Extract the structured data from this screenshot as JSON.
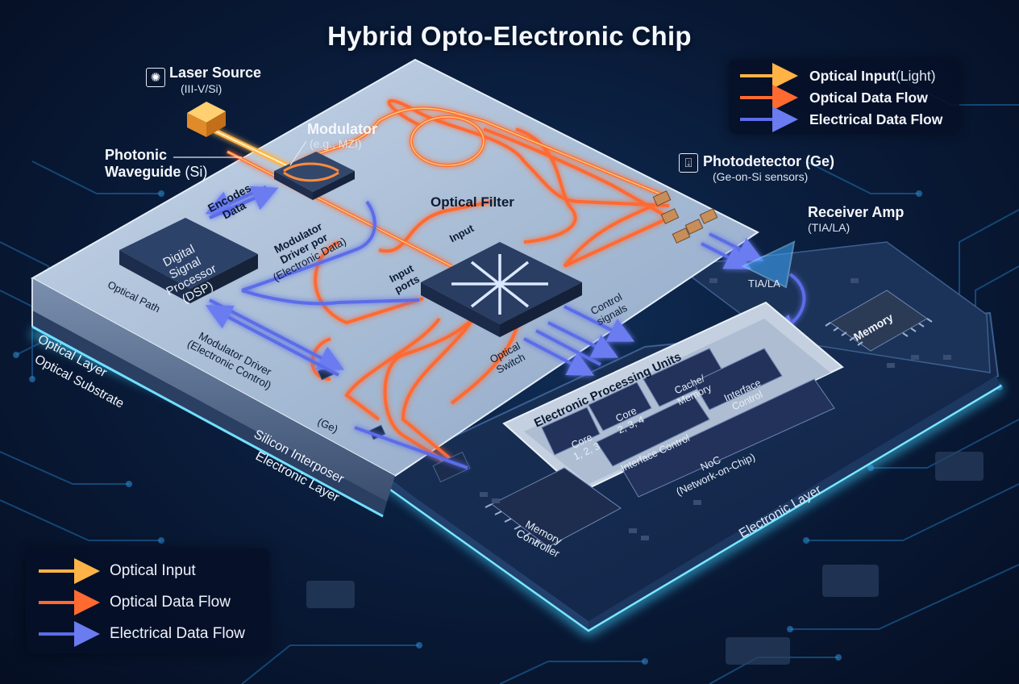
{
  "title": "Hybrid Opto-Electronic Chip",
  "legend_top": {
    "items": [
      {
        "label": "Optical Input",
        "sub": " (Light)",
        "color": "#ffb347"
      },
      {
        "label": "Optical Data Flow",
        "sub": "",
        "color": "#ff6a30"
      },
      {
        "label": "Electrical Data Flow",
        "sub": "",
        "color": "#5b6de8"
      }
    ]
  },
  "legend_bottom": {
    "items": [
      {
        "label": "Optical Input",
        "color": "#ffb347"
      },
      {
        "label": "Optical Data Flow",
        "color": "#ff6a30"
      },
      {
        "label": "Electrical Data Flow",
        "color": "#5b6de8"
      }
    ]
  },
  "callouts": {
    "laser_title": "Laser Source",
    "laser_sub": "(III-V/Si)",
    "modulator_title": "Modulator",
    "modulator_sub": "(e.g., MZI)",
    "waveguide_line1": "Photonic",
    "waveguide_line2": "Waveguide",
    "waveguide_sub": " (Si)",
    "photodetector_title": "Photodetector (Ge)",
    "photodetector_sub": "(Ge-on-Si sensors)",
    "receiver_title": "Receiver Amp",
    "receiver_sub": "(TIA/LA)"
  },
  "chip_labels": {
    "optical_filter": "Optical Filter",
    "encodes_1": "Encodes",
    "encodes_2": "Data",
    "dsp_1": "Digital",
    "dsp_2": "Signal",
    "dsp_3": "Processor",
    "dsp_4": "(DSP)",
    "mod_driver_1": "Modulator",
    "mod_driver_2": "Driver por",
    "mod_driver_3": "(Electronic Data)",
    "optical_path": "Optical Path",
    "input": "Input",
    "input_ports_1": "Input",
    "input_ports_2": "ports",
    "mod_driver_ctrl_1": "Modulator Driver",
    "mod_driver_ctrl_2": "(Electronic Control)",
    "optical_switch_1": "Optical",
    "optical_switch_2": "Switch",
    "control_signals_1": "Control",
    "control_signals_2": "signals",
    "ge": "(Ge)",
    "tia_la": "TIA/LA",
    "memory": "Memory",
    "epu_title": "Electronic Processing Units",
    "core_123_1": "Core",
    "core_123_2": "1, 2, 3",
    "core_234_1": "Core",
    "core_234_2": "2, 3, 4",
    "cache_1": "Cache/",
    "cache_2": "Memory",
    "iface_ctrl_a_1": "Interface",
    "iface_ctrl_a_2": "Control",
    "iface_ctrl_b": "Interface Control",
    "noc_1": "NoC",
    "noc_2": "(Network-on-Chip)",
    "mem_ctrl_1": "Memory",
    "mem_ctrl_2": "Controller"
  },
  "layer_labels": {
    "optical_layer": "Optical Layer",
    "optical_substrate": "Optical Substrate",
    "silicon_interposer": "Silicon Interposer",
    "electronic_layer_side": "Electronic Layer",
    "electronic_layer_right": "Electronic Layer"
  },
  "colors": {
    "optical_input": "#ffb347",
    "optical_flow": "#ff6a30",
    "electrical_flow": "#5b6de8",
    "glow_edge": "#3fd0ff"
  }
}
